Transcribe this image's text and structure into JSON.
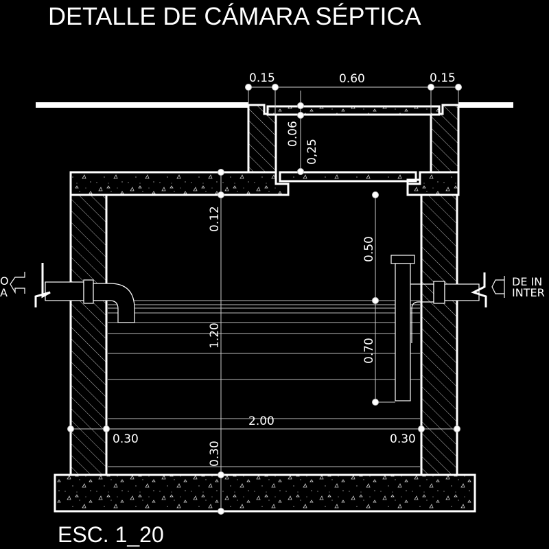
{
  "drawing": {
    "title": "DETALLE DE CÁMARA SÉPTICA",
    "scale_label": "ESC. 1_20",
    "background_color": "#000000",
    "line_color": "#ffffff",
    "outlet_label": [
      "O",
      "A"
    ],
    "inlet_label": [
      "DE IN",
      "INTER"
    ],
    "dimensions": {
      "top_left_wall": "0.15",
      "top_opening": "0.60",
      "top_right_wall": "0.15",
      "lid_thickness": "0.06",
      "neck_height": "0,25",
      "slab_thickness": "0.12",
      "liquid_depth": "1.20",
      "tee_upper": "0.50",
      "tee_lower": "0.70",
      "inner_width": "2.00",
      "left_wall": "0.30",
      "right_wall": "0.30",
      "base_thickness": "0.30"
    }
  }
}
